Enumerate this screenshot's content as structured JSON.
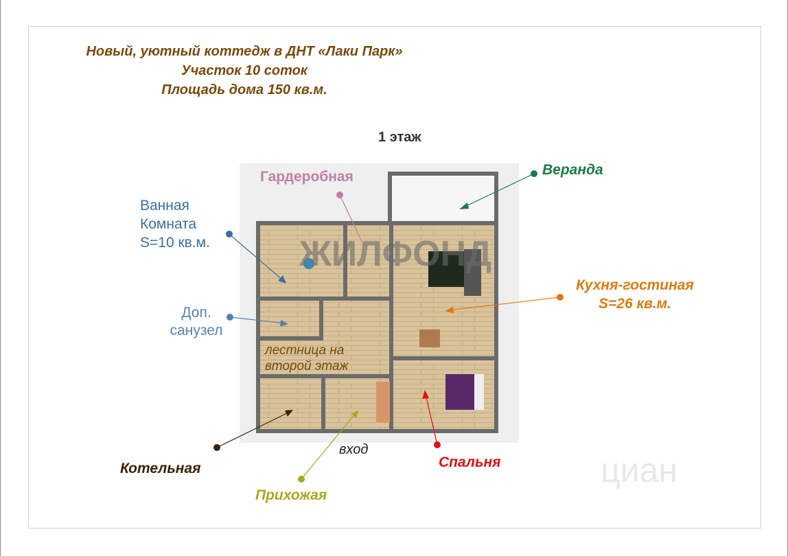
{
  "title": {
    "line1": "Новый, уютный коттедж в ДНТ «Лаки Парк»",
    "line2": "Участок 10 соток",
    "line3": "Площадь дома 150 кв.м."
  },
  "floor_label": "1 этаж",
  "rooms": {
    "wardrobe": "Гардеробная",
    "veranda": "Веранда",
    "bathroom": [
      "Ванная",
      "Комната",
      "S=10 кв.м."
    ],
    "extra_wc": [
      "Доп.",
      "санузел"
    ],
    "stairs": [
      "лестница на",
      "второй этаж"
    ],
    "kitchen": [
      "Кухня-гостиная",
      "S=26 кв.м."
    ],
    "boiler": "Котельная",
    "hallway": "Прихожая",
    "entrance": "вход",
    "bedroom": "Спальня"
  },
  "watermarks": {
    "plan": "ЖИЛФОНД",
    "corner": "циан"
  },
  "colors": {
    "title": "#7a4a0a",
    "wardrobe": "#c27fa3",
    "veranda": "#1a7a4a",
    "bathroom": "#3a6ea5",
    "extra_wc": "#5a80b2",
    "kitchen": "#e07a10",
    "boiler": "#3a2208",
    "hallway": "#a8a820",
    "bedroom": "#e01010"
  }
}
